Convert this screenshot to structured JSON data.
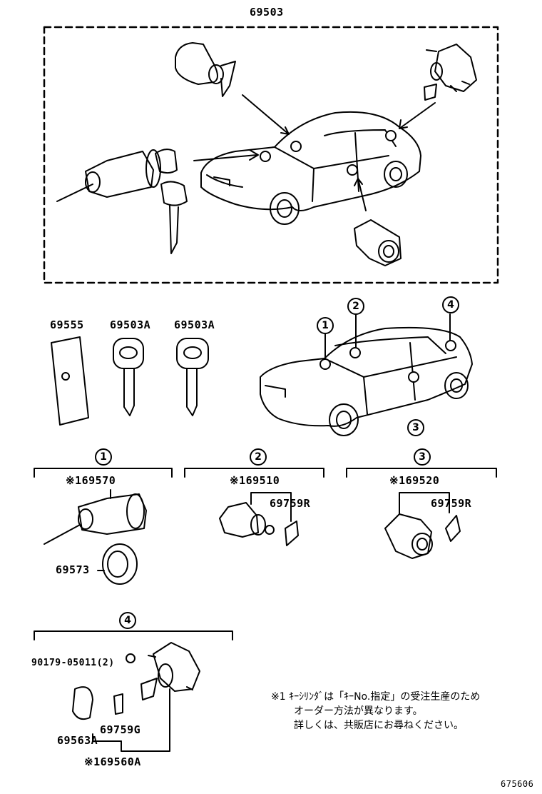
{
  "diagram": {
    "top_group_label": "69503",
    "key_labels": [
      "69555",
      "69503A",
      "69503A"
    ],
    "callouts": [
      "1",
      "2",
      "3",
      "4"
    ],
    "section1": {
      "callout": "1",
      "assembly": "※169570",
      "part": "69573"
    },
    "section2": {
      "callout": "2",
      "assembly": "※169510",
      "part": "69759R"
    },
    "section3": {
      "callout": "3",
      "assembly": "※169520",
      "part": "69759R"
    },
    "section4": {
      "callout": "4",
      "bolt": "90179-05011(2)",
      "part_ring": "69563A",
      "part_lever": "69759G",
      "assembly": "※169560A"
    },
    "note": {
      "line1": "※1 ｷｰｼﾘﾝﾀﾞは「ｷｰNo.指定」の受注生産のため",
      "line2": "オーダー方法が異なります。",
      "line3": "詳しくは、共販店にお尋ねください。"
    },
    "figure_id": "675606"
  }
}
